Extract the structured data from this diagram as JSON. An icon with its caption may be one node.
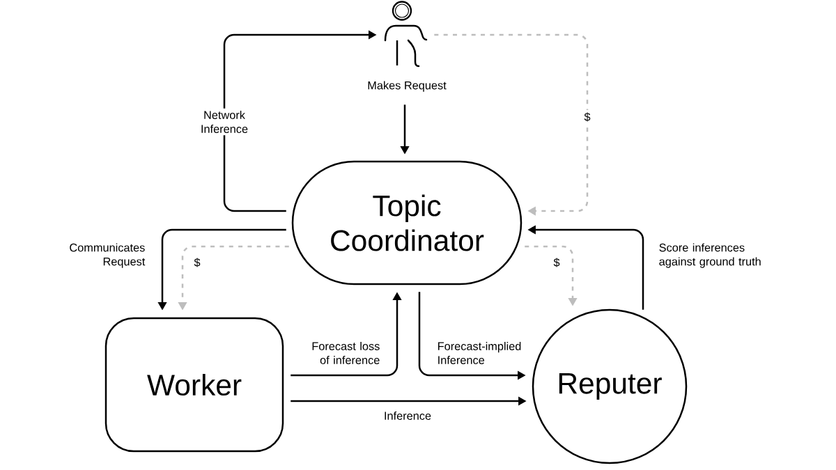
{
  "diagram": {
    "nodes": [
      {
        "text": [],
        "shape": "person",
        "beside": [
          "Makes Request"
        ]
      },
      {
        "text": [
          "Topic Coordinator"
        ]
      },
      {
        "text": [
          "Worker"
        ]
      },
      {
        "text": [
          "Reputer"
        ]
      }
    ],
    "edges": [
      {
        "from": 1,
        "to": 0,
        "arrow": "to",
        "label": "Network Inference"
      },
      {
        "from": 0,
        "to": 1,
        "arrow": "to"
      },
      {
        "from": 0,
        "to": 1,
        "arrow": "to",
        "label": "$",
        "style": "dashed",
        "color": "#bdbdbd"
      },
      {
        "from": 1,
        "to": 2,
        "arrow": "to",
        "label": "Communicates Request"
      },
      {
        "from": 1,
        "to": 2,
        "arrow": "to",
        "label": "$",
        "style": "dashed",
        "color": "#bdbdbd"
      },
      {
        "from": 1,
        "to": 3,
        "arrow": "to",
        "label": "$",
        "style": "dashed",
        "color": "#bdbdbd"
      },
      {
        "from": 3,
        "to": 1,
        "arrow": "to",
        "label": "Score inferences against ground truth"
      },
      {
        "from": 2,
        "to": 1,
        "arrow": "to",
        "label": "Forecast loss of inference"
      },
      {
        "from": 1,
        "to": 3,
        "arrow": "to",
        "label": "Forecast-implied Inference"
      },
      {
        "from": 2,
        "to": 3,
        "arrow": "to",
        "label": "Inference"
      }
    ]
  }
}
